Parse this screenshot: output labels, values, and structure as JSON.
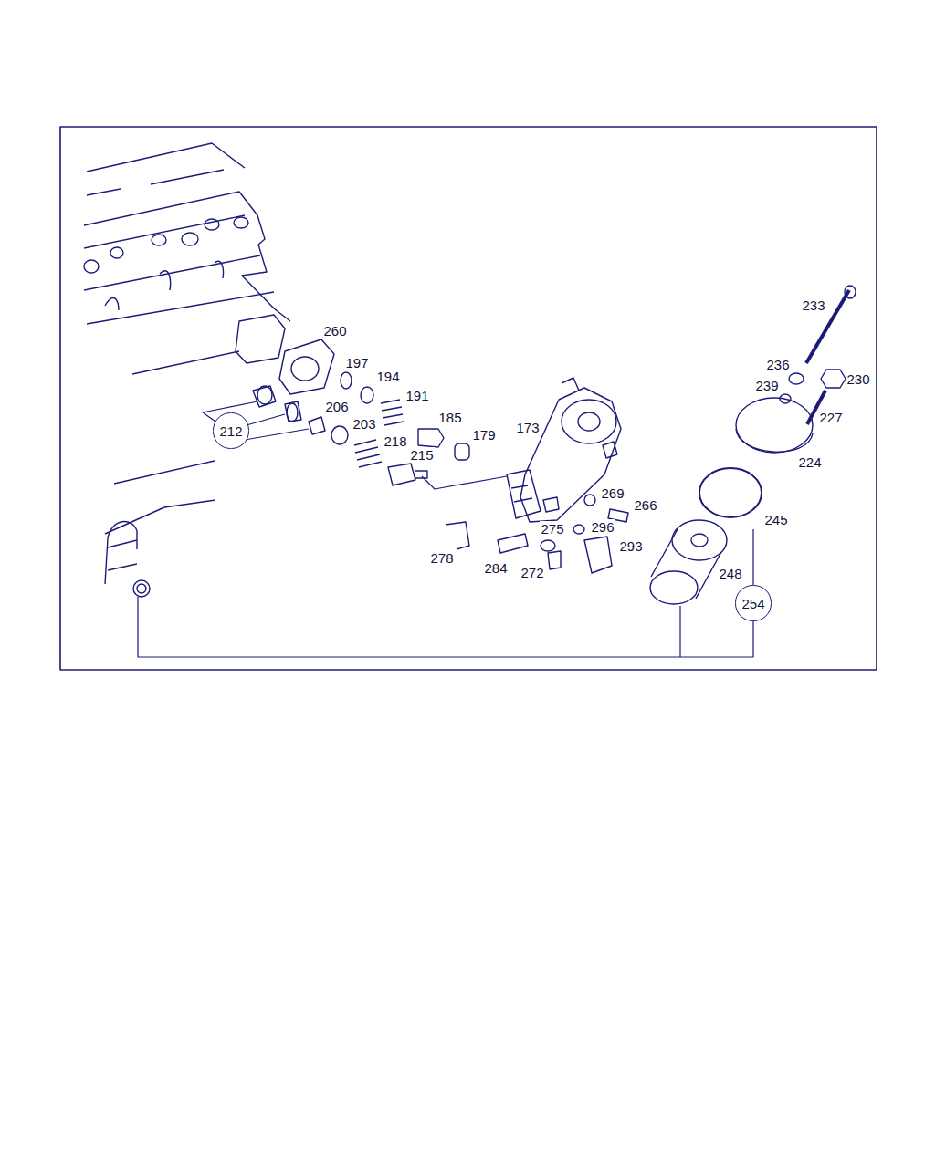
{
  "diagram": {
    "nodes": [
      {
        "text": [
          "212"
        ]
      },
      {
        "text": [
          "254"
        ]
      }
    ],
    "labels": [
      "260",
      "197",
      "194",
      "191",
      "185",
      "179",
      "173",
      "206",
      "203",
      "218",
      "215",
      "233",
      "236",
      "239",
      "230",
      "227",
      "224",
      "245",
      "248",
      "269",
      "266",
      "275",
      "296",
      "293",
      "278",
      "284",
      "272"
    ]
  }
}
